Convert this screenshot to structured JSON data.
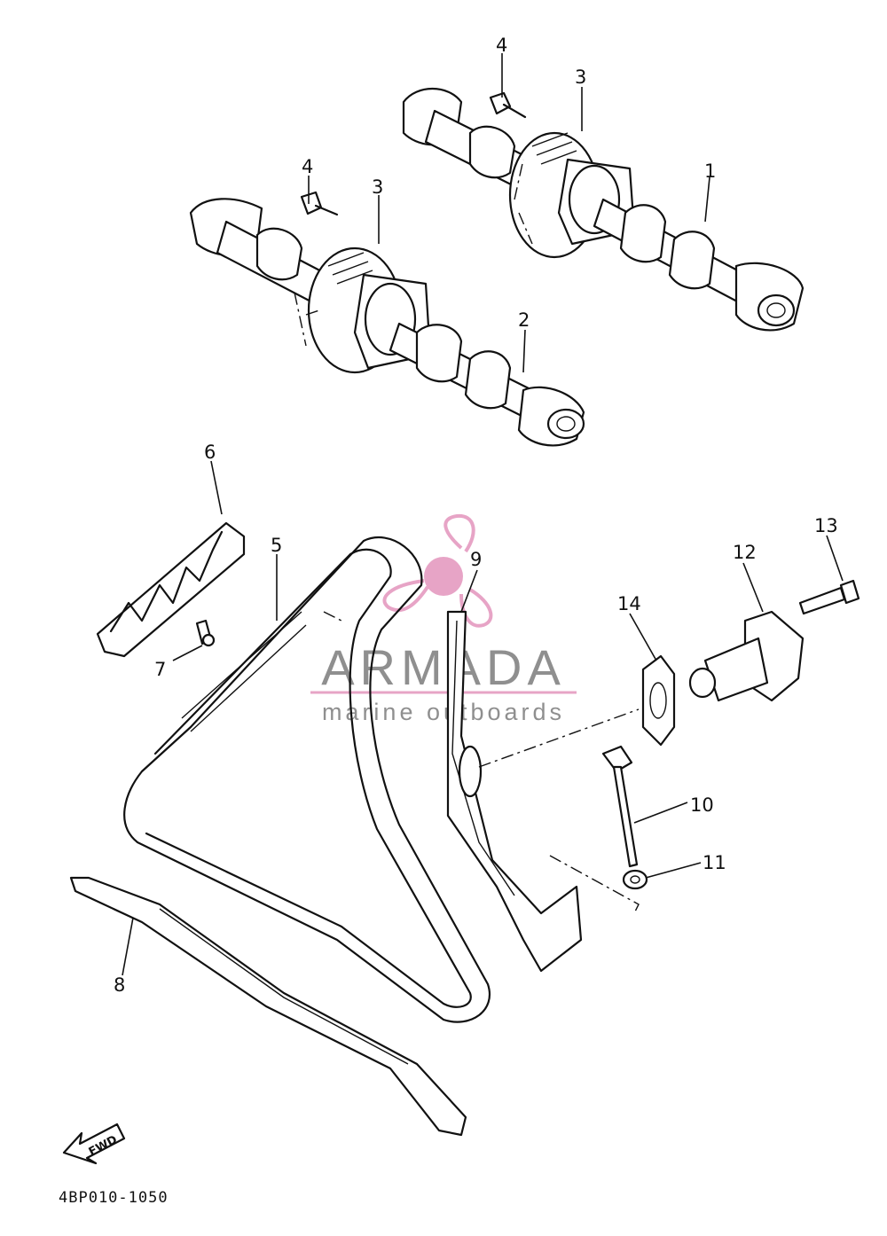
{
  "diagram": {
    "callouts": [
      "1",
      "2",
      "3",
      "3",
      "4",
      "4",
      "5",
      "6",
      "7",
      "8",
      "9",
      "10",
      "11",
      "12",
      "13",
      "14"
    ],
    "fwd_label": "FWD",
    "catalog_code": "4BP010-1050"
  },
  "watermark": {
    "brand": "ARMADA",
    "tagline": "marine outboards",
    "accent_color": "#e6a0c4"
  }
}
